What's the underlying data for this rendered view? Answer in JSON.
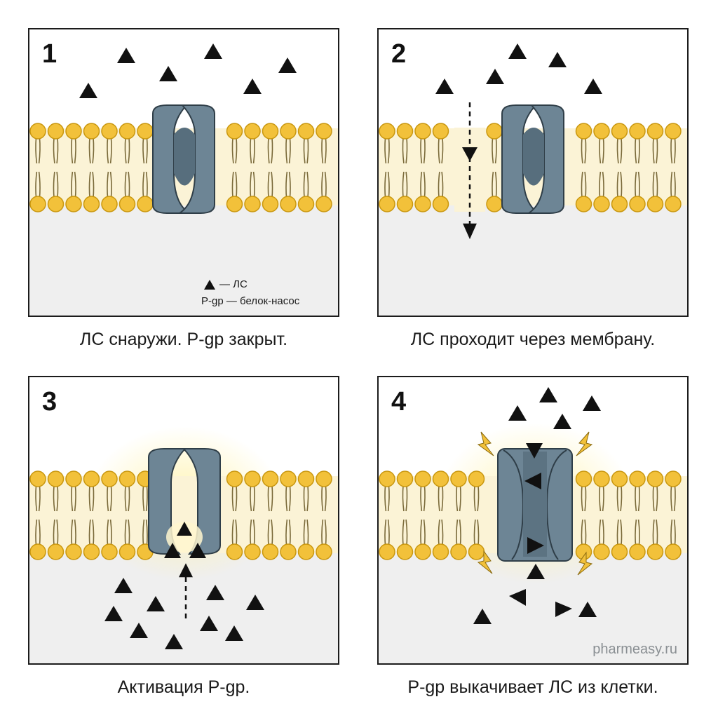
{
  "panels": [
    {
      "number": "1",
      "caption": "ЛС снаружи. P-gp закрыт."
    },
    {
      "number": "2",
      "caption": "ЛС проходит через мембрану."
    },
    {
      "number": "3",
      "caption": "Активация P-gp."
    },
    {
      "number": "4",
      "caption": "P-gp выкачивает ЛС из клетки."
    }
  ],
  "legend": {
    "drug_label": "— ЛС",
    "pgp_label": "P-gp — белок-насос"
  },
  "watermark": "pharmeasy.ru",
  "colors": {
    "lipid_head": "#f2c13a",
    "lipid_head_stroke": "#c9970f",
    "membrane_band": "#fbf3d6",
    "cytoplasm": "#efefef",
    "protein": "#6d8595",
    "protein_dark": "#576e7d",
    "drug": "#111111",
    "glow": "#fff2a8"
  }
}
